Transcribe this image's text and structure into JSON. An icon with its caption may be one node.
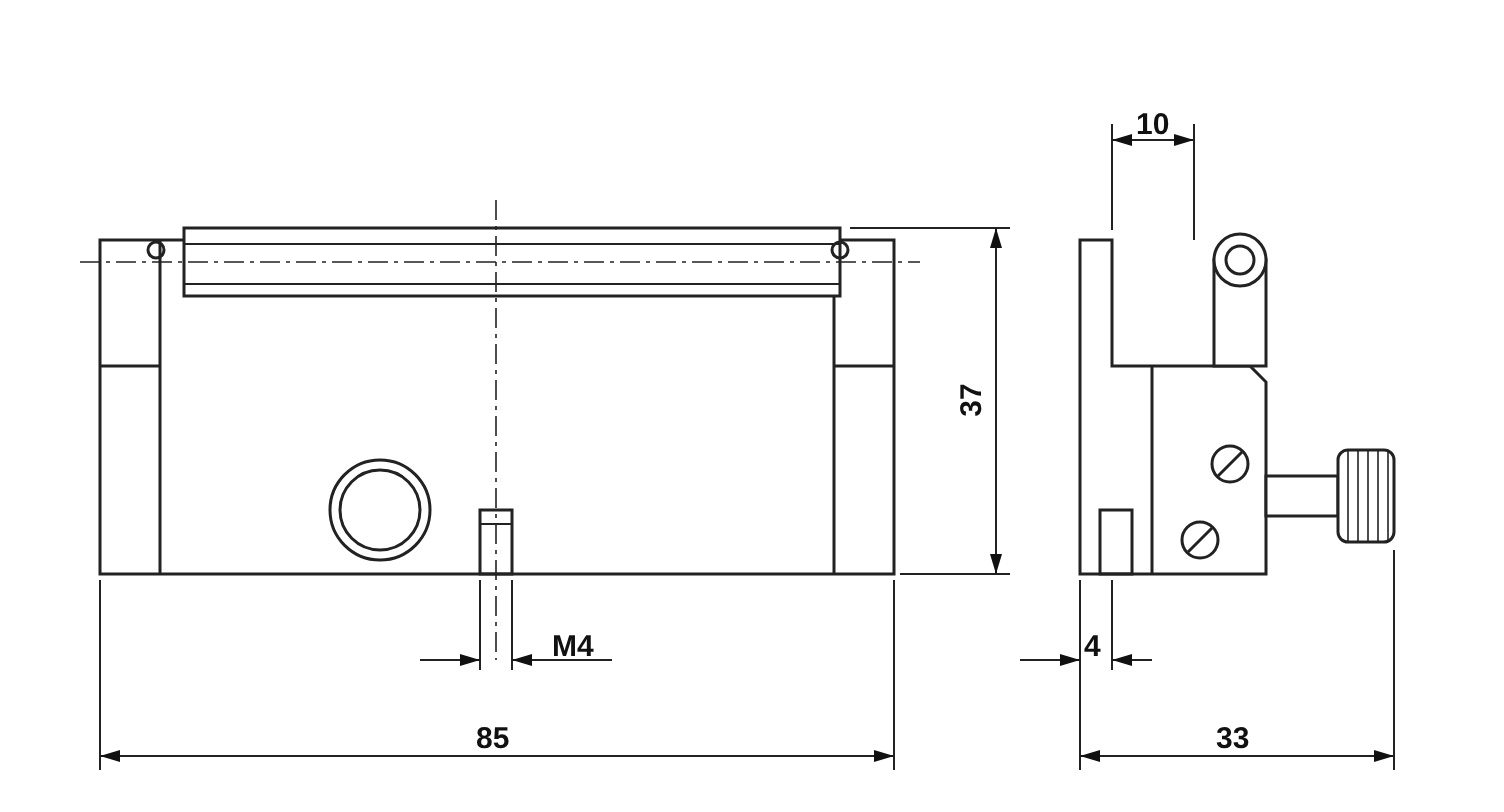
{
  "diagram": {
    "labels": [
      "10",
      "37",
      "M4",
      "4",
      "85",
      "33"
    ]
  }
}
